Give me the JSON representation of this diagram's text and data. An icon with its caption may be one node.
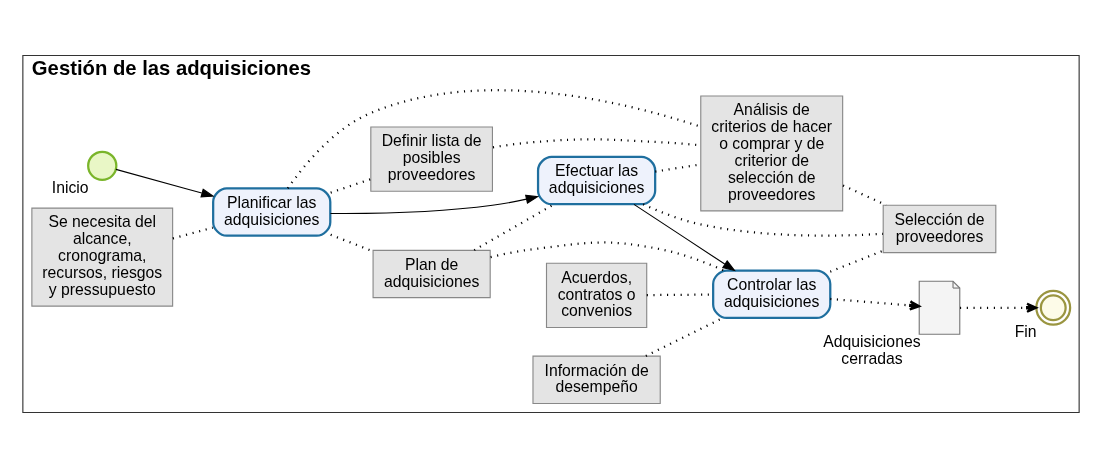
{
  "diagram": {
    "nodes": [
      {
        "text": [
          "Gestión de las adquisiciones"
        ]
      },
      {
        "text": [],
        "shape": "circle",
        "beside": [
          "Inicio"
        ],
        "in": 0
      },
      {
        "text": [
          "Se necesita del alcance, cronograma, recursos, riesgos y pressupuesto"
        ],
        "in": 0
      },
      {
        "text": [
          "Planificar las adquisiciones"
        ],
        "in": 0
      },
      {
        "text": [
          "Plan de adquisiciones"
        ],
        "in": 0
      },
      {
        "text": [
          "Acuerdos, contratos o convenios"
        ],
        "in": 0
      },
      {
        "text": [
          "Información de desempeño"
        ],
        "in": 0
      },
      {
        "text": [
          "Definir lista de posibles proveedores"
        ],
        "in": 0
      },
      {
        "text": [
          "Efectuar las adquisiciones"
        ],
        "in": 0
      },
      {
        "text": [
          "Controlar las adquisiciones"
        ],
        "in": 0
      },
      {
        "text": [],
        "shape": "document",
        "beside": [
          "Adquisiciones cerradas"
        ],
        "in": 0
      },
      {
        "text": [
          "Análisis de criterios de hacer o comprar y de criterior de selección de proveedores"
        ],
        "in": 0
      },
      {
        "text": [
          "Selección de proveedores"
        ],
        "in": 0
      },
      {
        "text": [],
        "shape": "circle",
        "beside": [
          "Fin"
        ],
        "in": 0
      }
    ],
    "edges": [
      {
        "from": 1,
        "to": 3,
        "arrow": "to"
      },
      {
        "from": 2,
        "to": 3,
        "arrow": "none",
        "style": "dashed"
      },
      {
        "from": 3,
        "to": 4,
        "arrow": "none",
        "style": "dashed"
      },
      {
        "from": 3,
        "to": 7,
        "arrow": "none",
        "style": "dashed"
      },
      {
        "from": 3,
        "to": 11,
        "arrow": "none",
        "style": "dashed"
      },
      {
        "from": 7,
        "to": 11,
        "arrow": "none",
        "style": "dashed"
      },
      {
        "from": 3,
        "to": 8,
        "arrow": "to"
      },
      {
        "from": 4,
        "to": 8,
        "arrow": "none",
        "style": "dashed"
      },
      {
        "from": 4,
        "to": 9,
        "arrow": "none",
        "style": "dashed"
      },
      {
        "from": 5,
        "to": 9,
        "arrow": "none",
        "style": "dashed"
      },
      {
        "from": 6,
        "to": 9,
        "arrow": "none",
        "style": "dashed"
      },
      {
        "from": 8,
        "to": 11,
        "arrow": "none",
        "style": "dashed"
      },
      {
        "from": 8,
        "to": 9,
        "arrow": "to"
      },
      {
        "from": 8,
        "to": 12,
        "arrow": "none",
        "style": "dashed"
      },
      {
        "from": 11,
        "to": 12,
        "arrow": "none",
        "style": "dashed"
      },
      {
        "from": 9,
        "to": 12,
        "arrow": "none",
        "style": "dashed"
      },
      {
        "from": 9,
        "to": 10,
        "arrow": "to",
        "style": "dashed"
      },
      {
        "from": 10,
        "to": 13,
        "arrow": "to",
        "style": "dashed"
      }
    ]
  }
}
